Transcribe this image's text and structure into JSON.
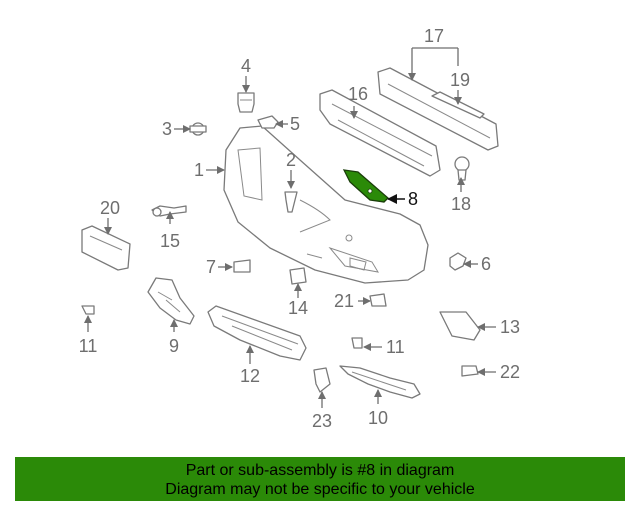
{
  "callouts": [
    {
      "label": "1"
    },
    {
      "label": "2"
    },
    {
      "label": "3"
    },
    {
      "label": "4"
    },
    {
      "label": "5"
    },
    {
      "label": "6"
    },
    {
      "label": "7"
    },
    {
      "label": "8"
    },
    {
      "label": "9"
    },
    {
      "label": "10"
    },
    {
      "label": "11"
    },
    {
      "label": "11"
    },
    {
      "label": "12"
    },
    {
      "label": "13"
    },
    {
      "label": "14"
    },
    {
      "label": "15"
    },
    {
      "label": "16"
    },
    {
      "label": "17"
    },
    {
      "label": "18"
    },
    {
      "label": "19"
    },
    {
      "label": "20"
    },
    {
      "label": "21"
    },
    {
      "label": "22"
    },
    {
      "label": "23"
    }
  ],
  "highlighted_part": "8",
  "colors": {
    "highlight_fill": "#2b8a08",
    "banner_bg": "#2b8a08",
    "line": "#6e6e6e"
  },
  "banner": {
    "line1": "Part or sub-assembly is #8 in diagram",
    "line2": "Diagram may not be specific to your vehicle"
  }
}
